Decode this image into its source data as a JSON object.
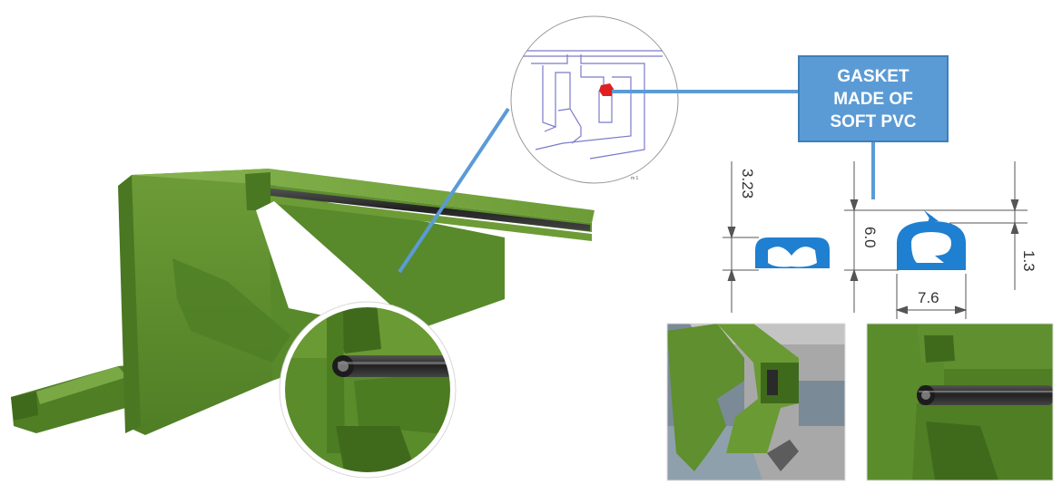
{
  "callout": {
    "lines": [
      "GASKET",
      "MADE OF",
      "SOFT PVC"
    ]
  },
  "dimensions": {
    "left_height": "3.23",
    "right_height": "6.0",
    "right_width": "7.6",
    "right_lip": "1.3"
  },
  "detail_note": "m 1",
  "colors": {
    "profile_green": "#5f8f2e",
    "profile_green_light": "#79a844",
    "profile_green_dark": "#3f6a1c",
    "gasket_blue": "#1f7fd0",
    "callout_blue": "#5b9bd5",
    "leader_blue": "#5b9bd5",
    "gasket_red": "#e02020",
    "gasket_black": "#2a2a2a",
    "grey_part": "#a8a8a8"
  },
  "icons": [
    "magnifier-circle-icon"
  ]
}
